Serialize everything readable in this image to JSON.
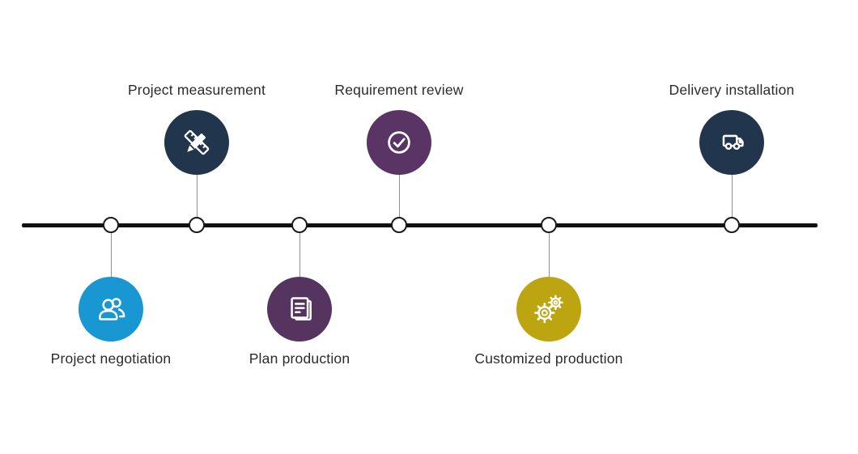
{
  "diagram": {
    "type": "horizontal-process-timeline",
    "background": "#ffffff",
    "timeline_color": "#111111",
    "node_fill": "#ffffff",
    "node_border": "#1b1b1b",
    "connector_color": "#8f8f8f",
    "label_color": "#2b2b2b"
  },
  "steps": [
    {
      "label": "Project negotiation",
      "position": "below",
      "color": "#1897D3",
      "icon": "users-icon"
    },
    {
      "label": "Project measurement",
      "position": "above",
      "color": "#21364D",
      "icon": "ruler-pencil-icon"
    },
    {
      "label": "Plan production",
      "position": "below",
      "color": "#553560",
      "icon": "document-icon"
    },
    {
      "label": "Requirement review",
      "position": "above",
      "color": "#5B3466",
      "icon": "check-circle-icon"
    },
    {
      "label": "Customized production",
      "position": "below",
      "color": "#BDA411",
      "icon": "gears-icon"
    },
    {
      "label": "Delivery installation",
      "position": "above",
      "color": "#21364D",
      "icon": "truck-icon"
    }
  ]
}
